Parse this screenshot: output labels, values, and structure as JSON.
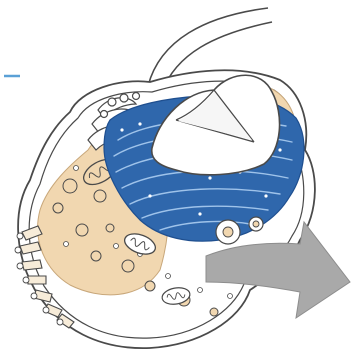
{
  "colors": {
    "background": "#ffffff",
    "outline": "#4a4a4a",
    "cytoplasm": "#f1d7b0",
    "er": "#2f67ac",
    "er_dark": "#1f4f8f",
    "nucleus": "#ffffff",
    "arrow": "#a9a9a9",
    "accent": "#5aa0d6",
    "tube": "#f7ecd9"
  },
  "icons": [
    "cell-illustration",
    "nucleus-cutaway",
    "endoplasmic-reticulum",
    "mitochondrion",
    "golgi-apparatus",
    "vesicle",
    "zoom-arrow"
  ]
}
